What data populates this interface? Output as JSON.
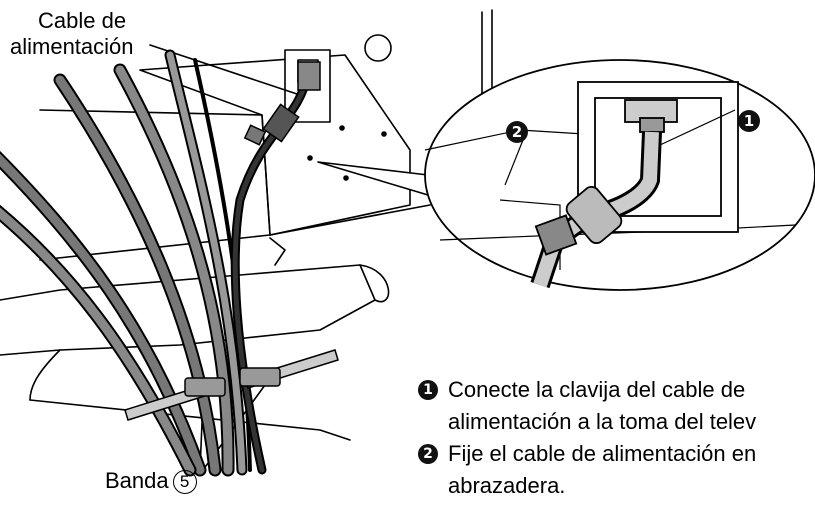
{
  "labels": {
    "cable_line1": "Cable de",
    "cable_line2": "alimentación",
    "banda": "Banda",
    "banda_number": "5"
  },
  "callouts": [
    "1",
    "2"
  ],
  "steps": [
    {
      "number": "1",
      "line1": "Conecte la clavija del cable de",
      "line2": "alimentación a la toma del telev"
    },
    {
      "number": "2",
      "line1": "Fije el cable de alimentación en",
      "line2": "abrazadera."
    }
  ]
}
